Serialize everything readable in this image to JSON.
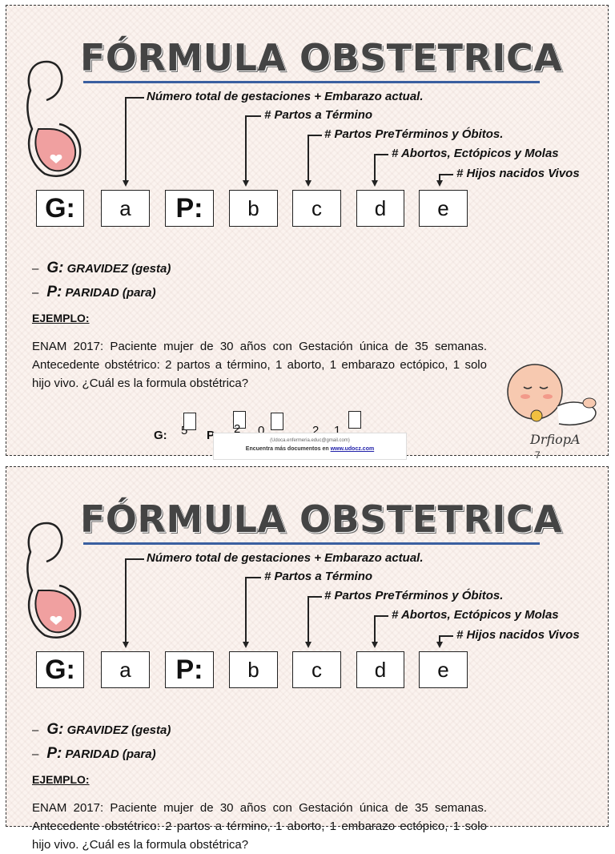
{
  "title": "FÓRMULA OBSTETRICA",
  "labels": {
    "gestaciones": "Número total de gestaciones + Embarazo actual.",
    "termino": "# Partos a Término",
    "pretermino": "# Partos PreTérminos y Óbitos.",
    "abortos": "# Abortos, Ectópicos y Molas",
    "vivos": "# Hijos nacidos Vivos"
  },
  "boxes": {
    "g": "G:",
    "a": "a",
    "p": "P:",
    "b": "b",
    "c": "c",
    "d": "d",
    "e": "e"
  },
  "definitions": {
    "dash": "–",
    "g_key": "G:",
    "g_text": "GRAVIDEZ (gesta)",
    "p_key": "P:",
    "p_text": "PARIDAD (para)"
  },
  "example_heading": "EJEMPLO:",
  "example_text": "ENAM 2017: Paciente mujer de 30 años con Gestación única de 35 semanas. Antecedente obstétrico: 2 partos a término, 1 aborto, 1 embarazo ectópico, 1 solo hijo vivo. ¿Cuál es la formula obstétrica?",
  "answer": {
    "g_label": "G:",
    "g_value": "5",
    "p_label": "P:",
    "b": "2",
    "c": "0",
    "d": "2",
    "e": "1"
  },
  "footer": {
    "email": "(Udoca.enfermeria.educ@gmail.com)",
    "text": "Encuentra más documentos en ",
    "link": "www.udocz.com"
  },
  "signature": "DrfiopA",
  "page_number": "7",
  "colors": {
    "title_underline": "#3a5fa0",
    "pregnant_fill": "#f0a0a0",
    "baby_fill": "#f7c9b0"
  }
}
